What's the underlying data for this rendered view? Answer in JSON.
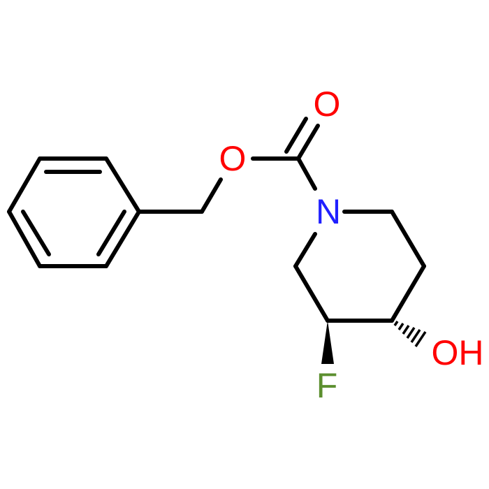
{
  "molecule": {
    "atoms": {
      "carbonyl_o": {
        "label": "O",
        "color": "#ff0000"
      },
      "ester_o": {
        "label": "O",
        "color": "#ff0000"
      },
      "ring_n": {
        "label": "N",
        "color": "#2020ff"
      },
      "fluorine": {
        "label": "F",
        "color": "#5c8f2f"
      },
      "hydroxyl": {
        "label": "OH",
        "color": "#ff0000"
      }
    },
    "bond_color": "#000000",
    "background": "#ffffff"
  }
}
